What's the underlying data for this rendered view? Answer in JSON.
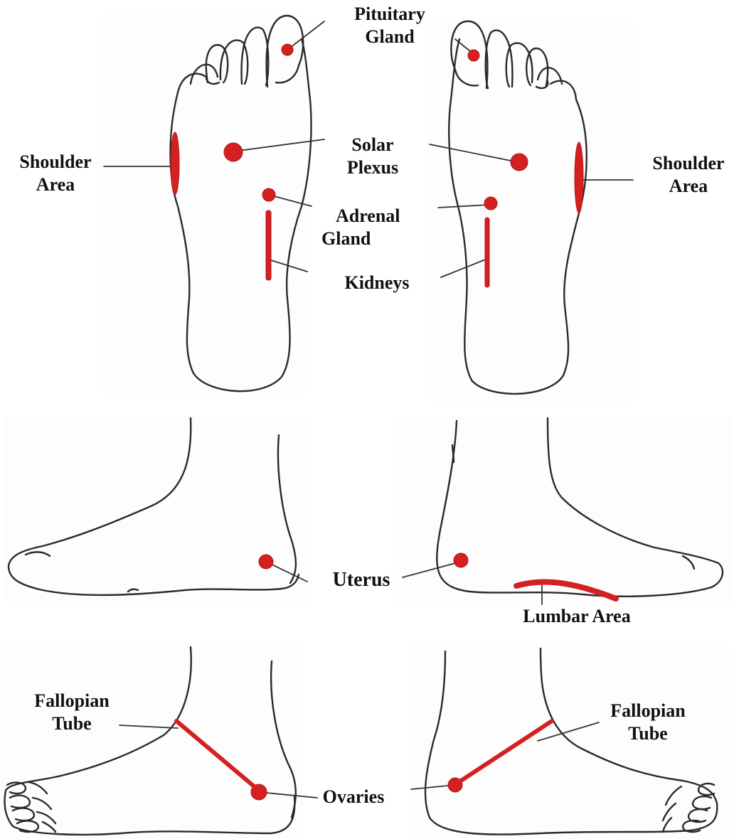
{
  "diagram": {
    "colors": {
      "outline": "#2a2a2a",
      "marker": "#d42020",
      "leader": "#333333",
      "text": "#111111"
    },
    "labels": {
      "pituitary": [
        "Pituitary",
        "Gland"
      ],
      "solar": [
        "Solar",
        "Plexus"
      ],
      "shoulder_left": [
        "Shoulder",
        "Area"
      ],
      "shoulder_right": [
        "Shoulder",
        "Area"
      ],
      "adrenal": [
        "Adrenal",
        "Gland"
      ],
      "kidneys": [
        "Kidneys"
      ],
      "uterus": [
        "Uterus"
      ],
      "lumbar": [
        "Lumbar Area"
      ],
      "fallopian_left": [
        "Fallopian",
        "Tube"
      ],
      "fallopian_right": [
        "Fallopian",
        "Tube"
      ],
      "ovaries": [
        "Ovaries"
      ]
    }
  }
}
